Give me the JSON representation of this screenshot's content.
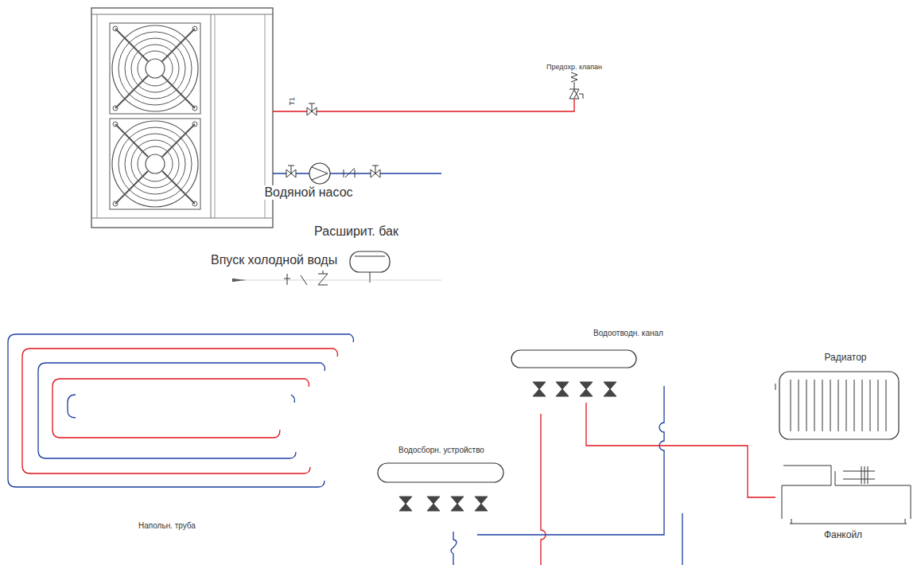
{
  "diagram": {
    "nodes": [
      {
        "text": [
          "Водоотводн. канал"
        ]
      },
      {
        "text": [
          "Радиатор"
        ]
      },
      {
        "text": [
          "Водосборн. устройство"
        ]
      },
      {
        "text": [
          "Фанкойл"
        ]
      }
    ],
    "edges": [
      {
        "from": 0,
        "to": 3,
        "arrow": "none"
      }
    ],
    "labels": [
      "T1",
      "Предохр. клапан",
      "Водяной насос",
      "Расширит. бак",
      "Впуск холодной воды",
      "Напольн. труба"
    ]
  }
}
